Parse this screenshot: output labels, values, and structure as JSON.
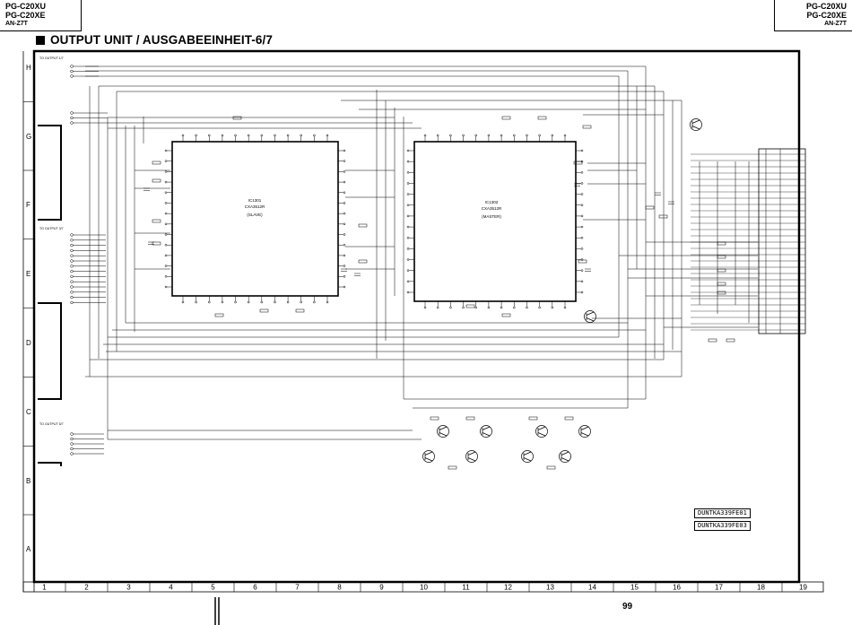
{
  "header": {
    "left_model_1": "PG-C20XU",
    "left_model_2": "PG-C20XE",
    "left_sub": "AN-Z7T",
    "right_model_1": "PG-C20XU",
    "right_model_2": "PG-C20XE",
    "right_sub": "AN-Z7T"
  },
  "title": "OUTPUT UNIT / AUSGABEEINHEIT-6/7",
  "row_labels": [
    "H",
    "G",
    "F",
    "E",
    "D",
    "C",
    "B",
    "A"
  ],
  "column_labels": [
    "1",
    "2",
    "3",
    "4",
    "5",
    "6",
    "7",
    "8",
    "9",
    "10",
    "11",
    "12",
    "13",
    "14",
    "15",
    "16",
    "17",
    "18",
    "19"
  ],
  "ic_left": {
    "ref": "IC1301",
    "part": "CXA3512R",
    "role": "(SLAVE)"
  },
  "ic_right": {
    "ref": "IC1302",
    "part": "CXA3512R",
    "role": "(MASTER)"
  },
  "connector_labels": {
    "to_output_1": "TO OUTPUT 1/7",
    "to_output_3": "TO OUTPUT 3/7",
    "to_output_5": "TO OUTPUT 5/7"
  },
  "doc_codes": [
    "DUNTKA339FE01",
    "DUNTKA339FE03"
  ],
  "page_number": "99"
}
